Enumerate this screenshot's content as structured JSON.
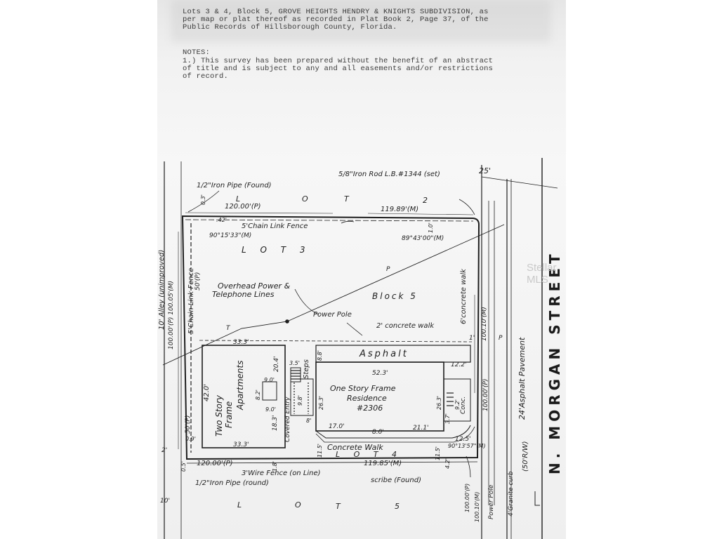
{
  "legal": {
    "line1": "Lots 3 & 4, Block 5, GROVE HEIGHTS HENDRY & KNIGHTS SUBDIVISION, as",
    "line2": "per map or plat thereof as recorded in Plat Book 2, Page 37, of the",
    "line3": "Public Records of Hillsborough County, Florida."
  },
  "notes": {
    "heading": "NOTES:",
    "line1": "1.) This survey has been prepared without the benefit of an abstract",
    "line2": "of title and is subject to any and all easements and/or restrictions",
    "line3": "of record."
  },
  "survey": {
    "iron_rod": "5/8\"Iron Rod L.B.#1344 (set)",
    "iron_pipe_found_top": "1/2\"Iron Pipe (Found)",
    "iron_pipe_found_bottom": "1/2\"Iron Pipe (round)",
    "right_of_way_offset": "25'",
    "lot2_letters": [
      "L",
      "O",
      "T",
      "2"
    ],
    "lot5_letters": [
      "L",
      "O",
      "T",
      "5"
    ],
    "top_plat": "120.00'(P)",
    "top_measured": "119.89'(M)",
    "top_setback": ".42'",
    "left_tick": "0.3'",
    "chain_fence_top": "5'Chain Link Fence",
    "angle_nw": "90°15'33\"(M)",
    "angle_ne": "89°43'00\"(M)",
    "ne_offset": "1.0'",
    "lot3": "L O T 3",
    "overhead1": "Overhead Power &",
    "overhead2": "Telephone Lines",
    "power_pole": "Power Pole",
    "block": "Block 5",
    "concrete_walk_2": "2' concrete walk",
    "concrete_walk_6": "6'concrete walk",
    "alley": "10' Alley (unimproved)",
    "west_dims": "100.00'(P) 100.05'(M)",
    "chain_fence_west": "5'Chain Link Fence",
    "west_50": "50'(P)",
    "east_measured": "100.10'(M)",
    "east_plat": "100.00'(P)",
    "asphalt_pavement": "24'Asphalt Pavement",
    "street_name": "N. MORGAN STREET",
    "granite_curb": "4'Granite curb",
    "row": "(50'R/W)",
    "apt_top": "33.3'",
    "apt_bottom": "33.3'",
    "apt_left": "42.0'",
    "apt_right_top": "20.4'",
    "apt_right_bottom": "18.3'",
    "apartments1": "Two Story",
    "apartments2": "Frame",
    "apartments3": "Apartments",
    "stoop_90a": "9.0'",
    "stoop_90b": "9.0'",
    "stoop_82": "8.2'",
    "steps_35": "3.5'",
    "steps": "Steps",
    "covered_entry": "Covered Entry",
    "entry_8": "8'",
    "entry_98": "9.8'",
    "asphalt": "Asphalt",
    "asphalt_88": "8.8'",
    "res_width": "52.3'",
    "res_offset_e": "12.2'",
    "residence1": "One Story Frame",
    "residence2": "Residence",
    "residence3": "#2306",
    "res_left": "26.3'",
    "res_right": "26.3'",
    "conc": "Conc.",
    "conc_92": "9.2'",
    "conc_37": "3.7'",
    "bot_170": "17.0'",
    "bot_80": "8.0'",
    "bot_211": "21.1'",
    "concrete_walk_bottom": "Concrete Walk",
    "lot4": "L O T 4",
    "walk_115": "11.5'",
    "se_125": "12.5'",
    "angle_se": "90°13'57\"(M)",
    "se_115": "11.5'",
    "bot_plat": "120.00'(P)",
    "bot_measured": "119.85'(M)",
    "wire_fence": "3'Wire Fence (on Line)",
    "scribe": "scribe (Found)",
    "se_42": "4.2'",
    "fence_18": "1.8'",
    "sw_05": "0.5'",
    "sw_2": "2'",
    "sw_10": "10'",
    "sw_09": "0.9'",
    "bottom_east_measured": "100.10'(M)",
    "bottom_east_plat": "100.00'(P)",
    "power_pole_bottom": "Power Pole",
    "walk_offset_1": "1'",
    "walk_p": "P",
    "line_t": "T",
    "line_p": "P"
  },
  "watermark": "Stellar MLS",
  "colors": {
    "ink": "#1e1e1e",
    "paper": "#f4f4f4",
    "typed": "#3a3a3a"
  }
}
